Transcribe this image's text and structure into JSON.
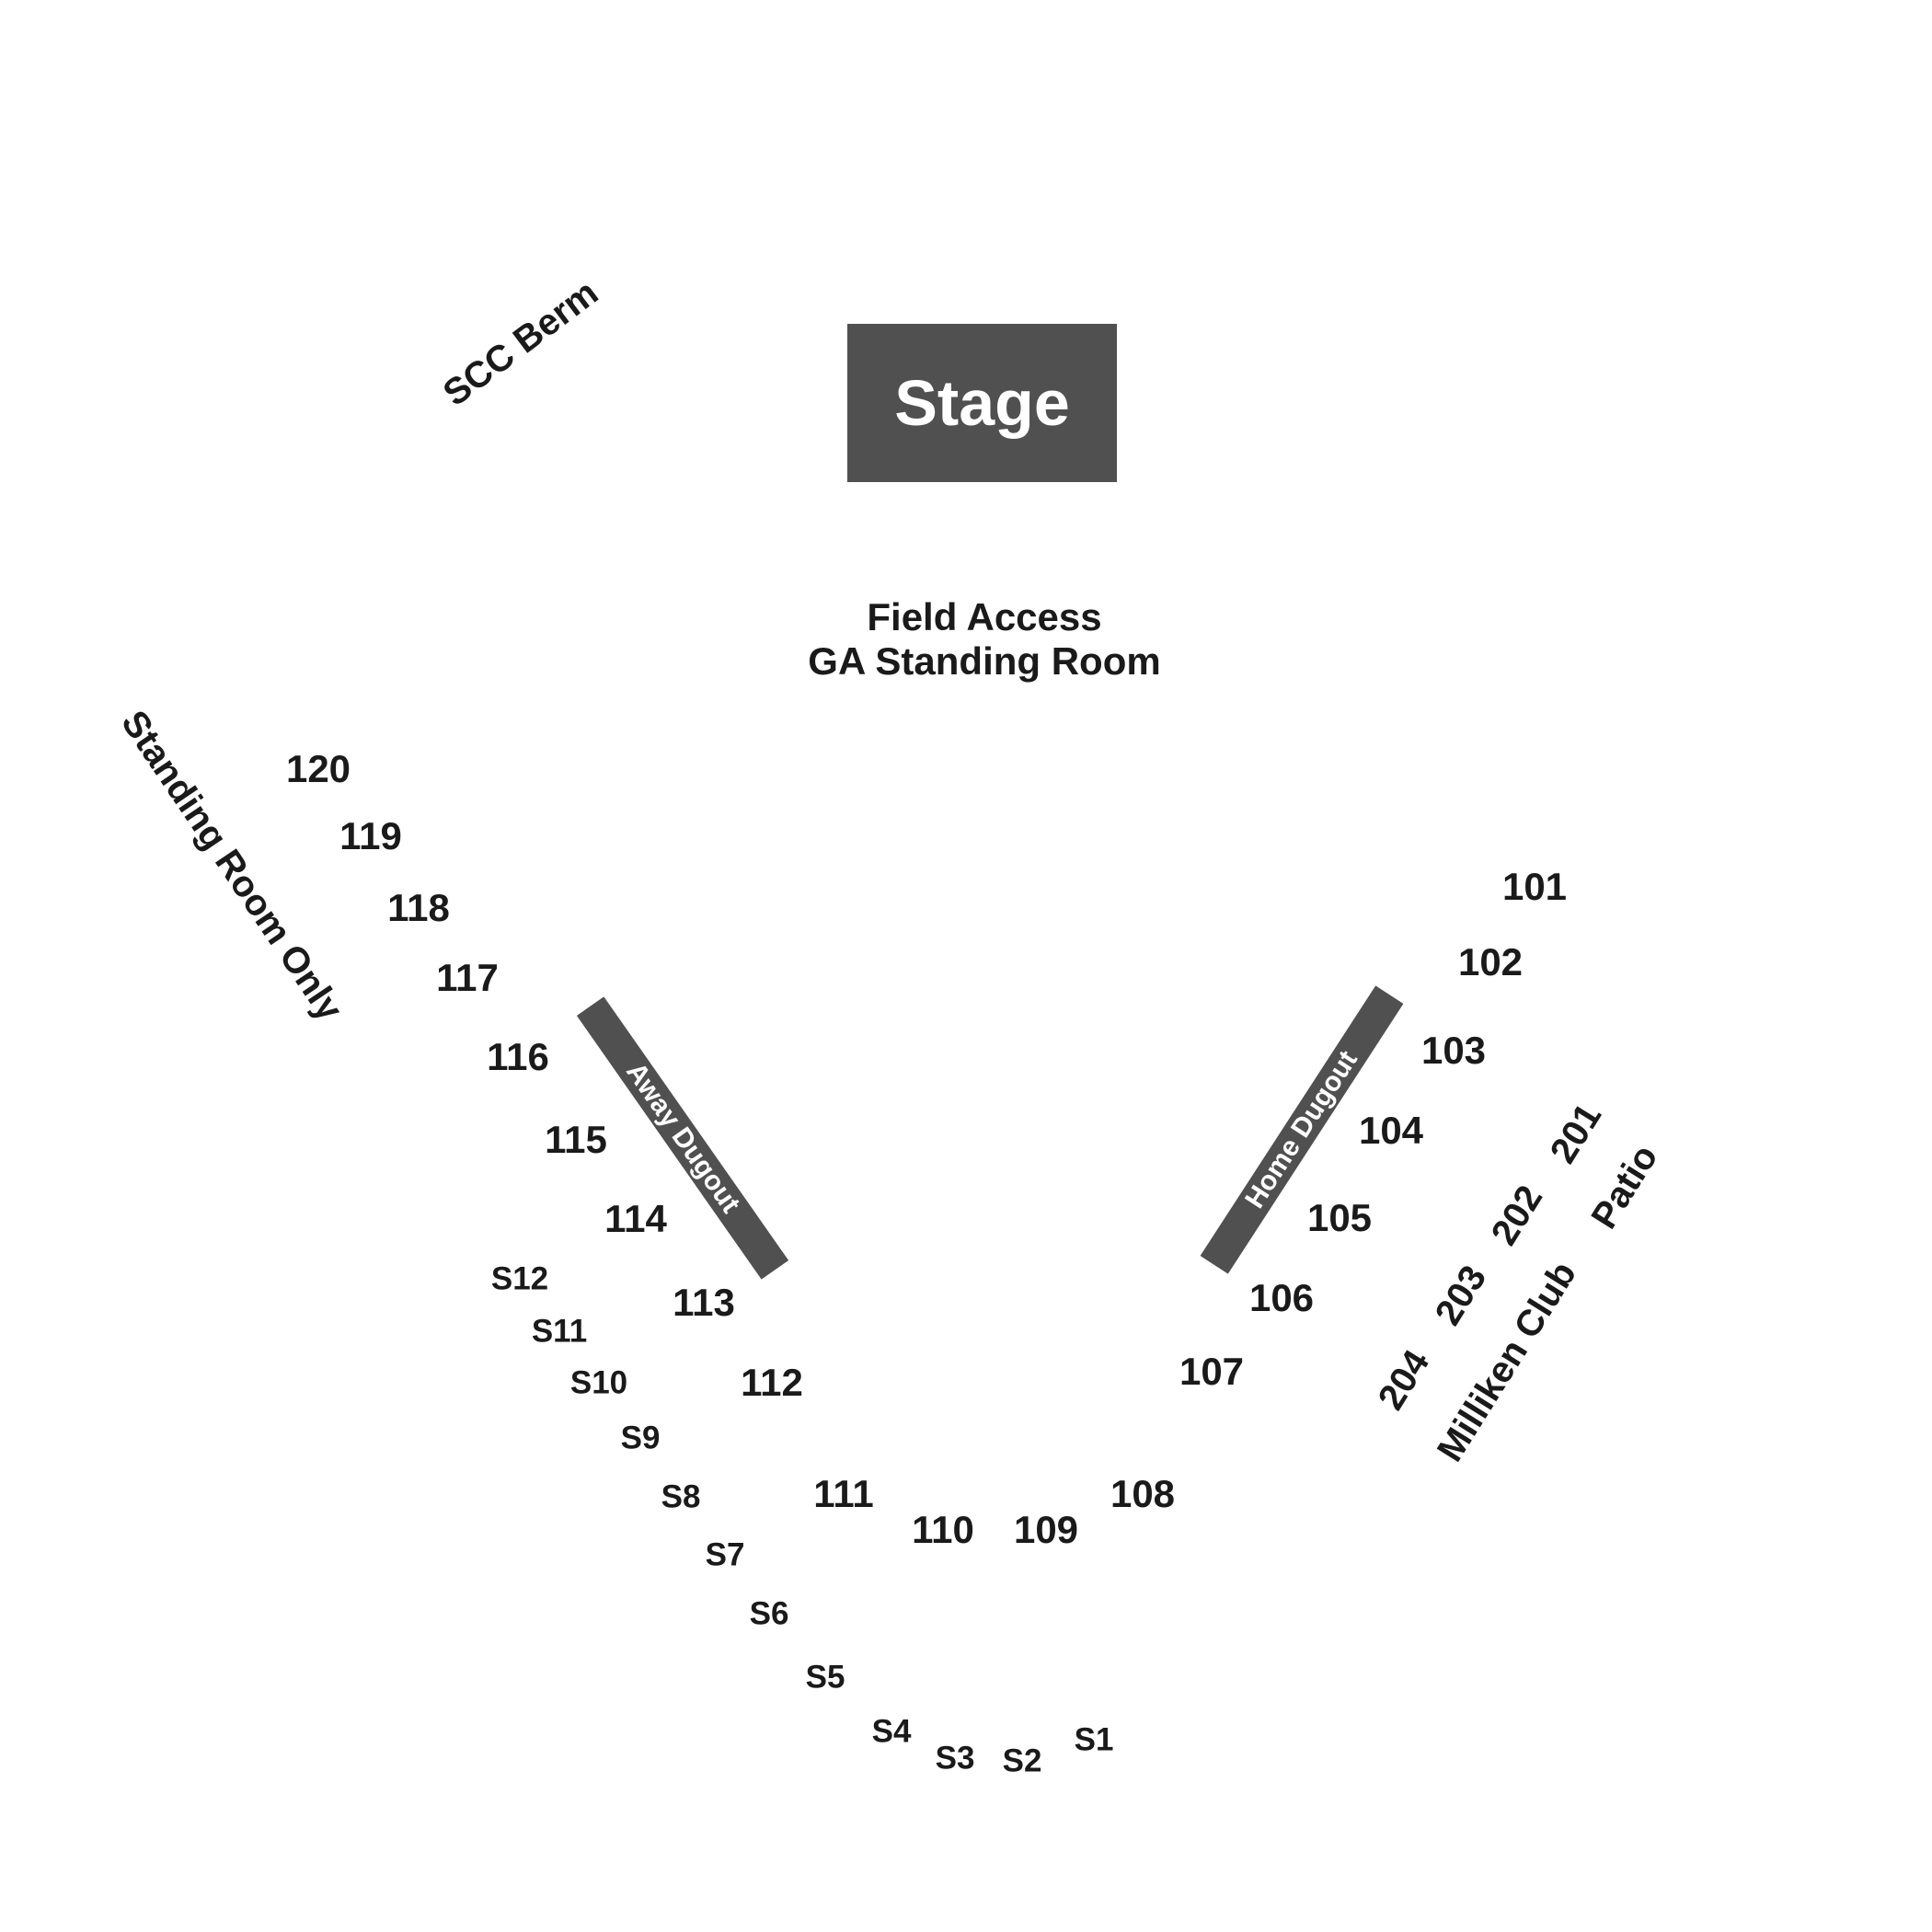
{
  "stage": {
    "label": "Stage"
  },
  "field": {
    "line1": "Field Access",
    "line2": "GA Standing Room"
  },
  "dugouts": {
    "away": "Away Dugout",
    "home": "Home Dugout"
  },
  "areas": {
    "scc_berm": "SCC Berm",
    "standing_room": "Standing Room Only",
    "milliken_club": "Milliken Club",
    "patio": "Patio"
  },
  "sections": {
    "s101": "101",
    "s102": "102",
    "s103": "103",
    "s104": "104",
    "s105": "105",
    "s106": "106",
    "s107": "107",
    "s108": "108",
    "s109": "109",
    "s110": "110",
    "s111": "111",
    "s112": "112",
    "s113": "113",
    "s114": "114",
    "s115": "115",
    "s116": "116",
    "s117": "117",
    "s118": "118",
    "s119": "119",
    "s120": "120"
  },
  "suites": {
    "S1": "S1",
    "S2": "S2",
    "S3": "S3",
    "S4": "S4",
    "S5": "S5",
    "S6": "S6",
    "S7": "S7",
    "S8": "S8",
    "S9": "S9",
    "S10": "S10",
    "S11": "S11",
    "S12": "S12"
  },
  "upper": {
    "u201": "201",
    "u202": "202",
    "u203": "203",
    "u204": "204"
  },
  "colors": {
    "fill": "#505050",
    "text": "#1a1a1a",
    "background": "#ffffff"
  }
}
